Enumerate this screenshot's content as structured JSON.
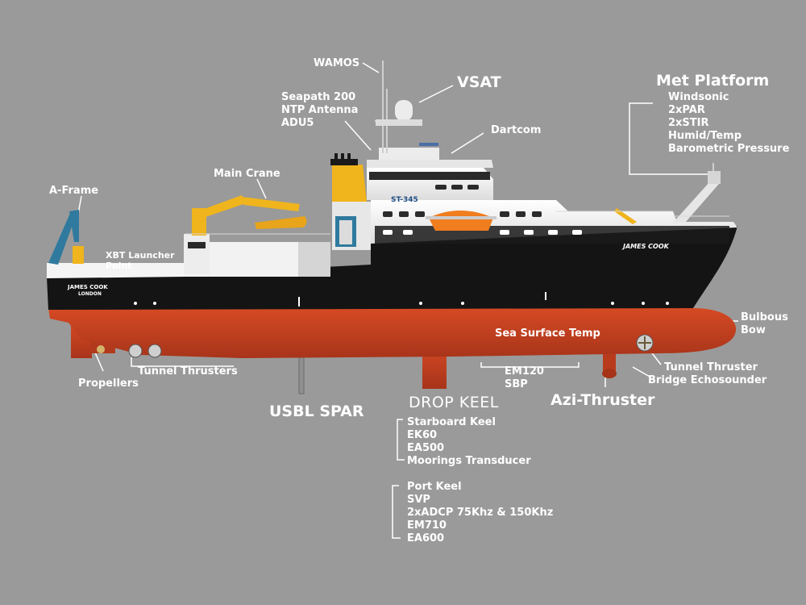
{
  "ship": {
    "name": "JAMES COOK",
    "port": "LONDON",
    "bow_name": "JAMES COOK",
    "funnel_code": "ST-345"
  },
  "labels": {
    "wamos": "WAMOS",
    "vsat": "VSAT",
    "seapath": [
      "Seapath 200",
      "NTP Antenna",
      "ADU5"
    ],
    "dartcom": "Dartcom",
    "met_platform": "Met Platform",
    "met_items": [
      "Windsonic",
      "2xPAR",
      "2xSTIR",
      "Humid/Temp",
      "Barometric Pressure"
    ],
    "main_crane": "Main Crane",
    "a_frame": "A-Frame",
    "xbt": [
      "XBT Launcher",
      "Point"
    ],
    "bulbous_bow": [
      "Bulbous",
      "Bow"
    ],
    "sea_surface_temp": "Sea Surface Temp",
    "tunnel_thruster": "Tunnel Thruster",
    "bridge_echosounder": "Bridge Echosounder",
    "em120_sbp": [
      "EM120",
      "SBP"
    ],
    "azi_thruster": "Azi-Thruster",
    "propellers": "Propellers",
    "tunnel_thrusters": "Tunnel Thrusters",
    "usbl_spar": "USBL SPAR",
    "drop_keel": "DROP KEEL",
    "starboard_keel": [
      "Starboard Keel",
      "EK60",
      "EA500",
      "Moorings Transducer"
    ],
    "port_keel": [
      "Port Keel",
      "SVP",
      "2xADCP 75Khz & 150Khz",
      "EM710",
      "EA600"
    ]
  },
  "colors": {
    "background": "#9a9a9a",
    "hull_upper": "#141414",
    "hull_lower": "#c8421f",
    "superstructure": "#f2f2f2",
    "crane": "#f0b41c",
    "a_frame": "#2f7a9e",
    "lifeboat": "#f07d1e",
    "label": "#ffffff"
  }
}
